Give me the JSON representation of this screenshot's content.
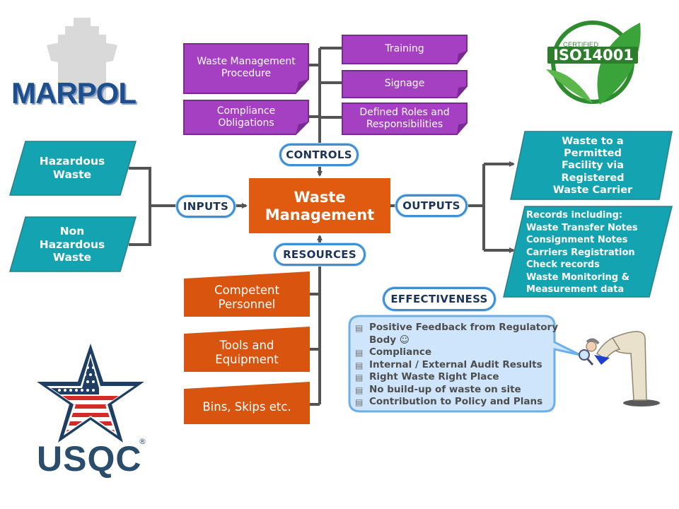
{
  "logos": {
    "marpol": "MARPOL",
    "iso_certified": "CERTIFIED",
    "iso_standard": "ISO14001",
    "usqc": "USQC",
    "usqc_registered": "®"
  },
  "center": {
    "label": "Waste Management",
    "color": "#e05a0f"
  },
  "connectors": {
    "controls": "CONTROLS",
    "inputs": "INPUTS",
    "outputs": "OUTPUTS",
    "resources": "RESOURCES",
    "effectiveness": "EFFECTIVENESS"
  },
  "controls": [
    {
      "label": "Waste Management Procedure"
    },
    {
      "label": "Compliance Obligations"
    },
    {
      "label": "Training"
    },
    {
      "label": "Signage"
    },
    {
      "label": "Defined Roles and Responsibilities"
    }
  ],
  "inputs": [
    {
      "label": "Hazardous Waste"
    },
    {
      "label": "Non Hazardous Waste"
    }
  ],
  "outputs": [
    {
      "label": "Waste to a Permitted Facility via Registered Waste Carrier"
    },
    {
      "lines": [
        "Records including:",
        "Waste Transfer Notes",
        "Consignment Notes",
        "Carriers Registration",
        "Check records",
        "Waste Monitoring &",
        "Measurement data"
      ]
    }
  ],
  "resources": [
    {
      "label": "Competent Personnel"
    },
    {
      "label": "Tools and Equipment"
    },
    {
      "label": "Bins, Skips etc."
    }
  ],
  "effectiveness": [
    "Positive Feedback from Regulatory Body ☺",
    "Compliance",
    "Internal / External Audit Results",
    "Right Waste Right Place",
    "No build-up of waste on site",
    "Contribution to Policy and Plans"
  ],
  "colors": {
    "purple": "#a540c2",
    "teal": "#14a3b0",
    "orange": "#d9540f",
    "connector": "#545454",
    "pill_border": "#3d8fd6",
    "pill_text": "#1c3459",
    "bubble": "#cfe5fb"
  }
}
